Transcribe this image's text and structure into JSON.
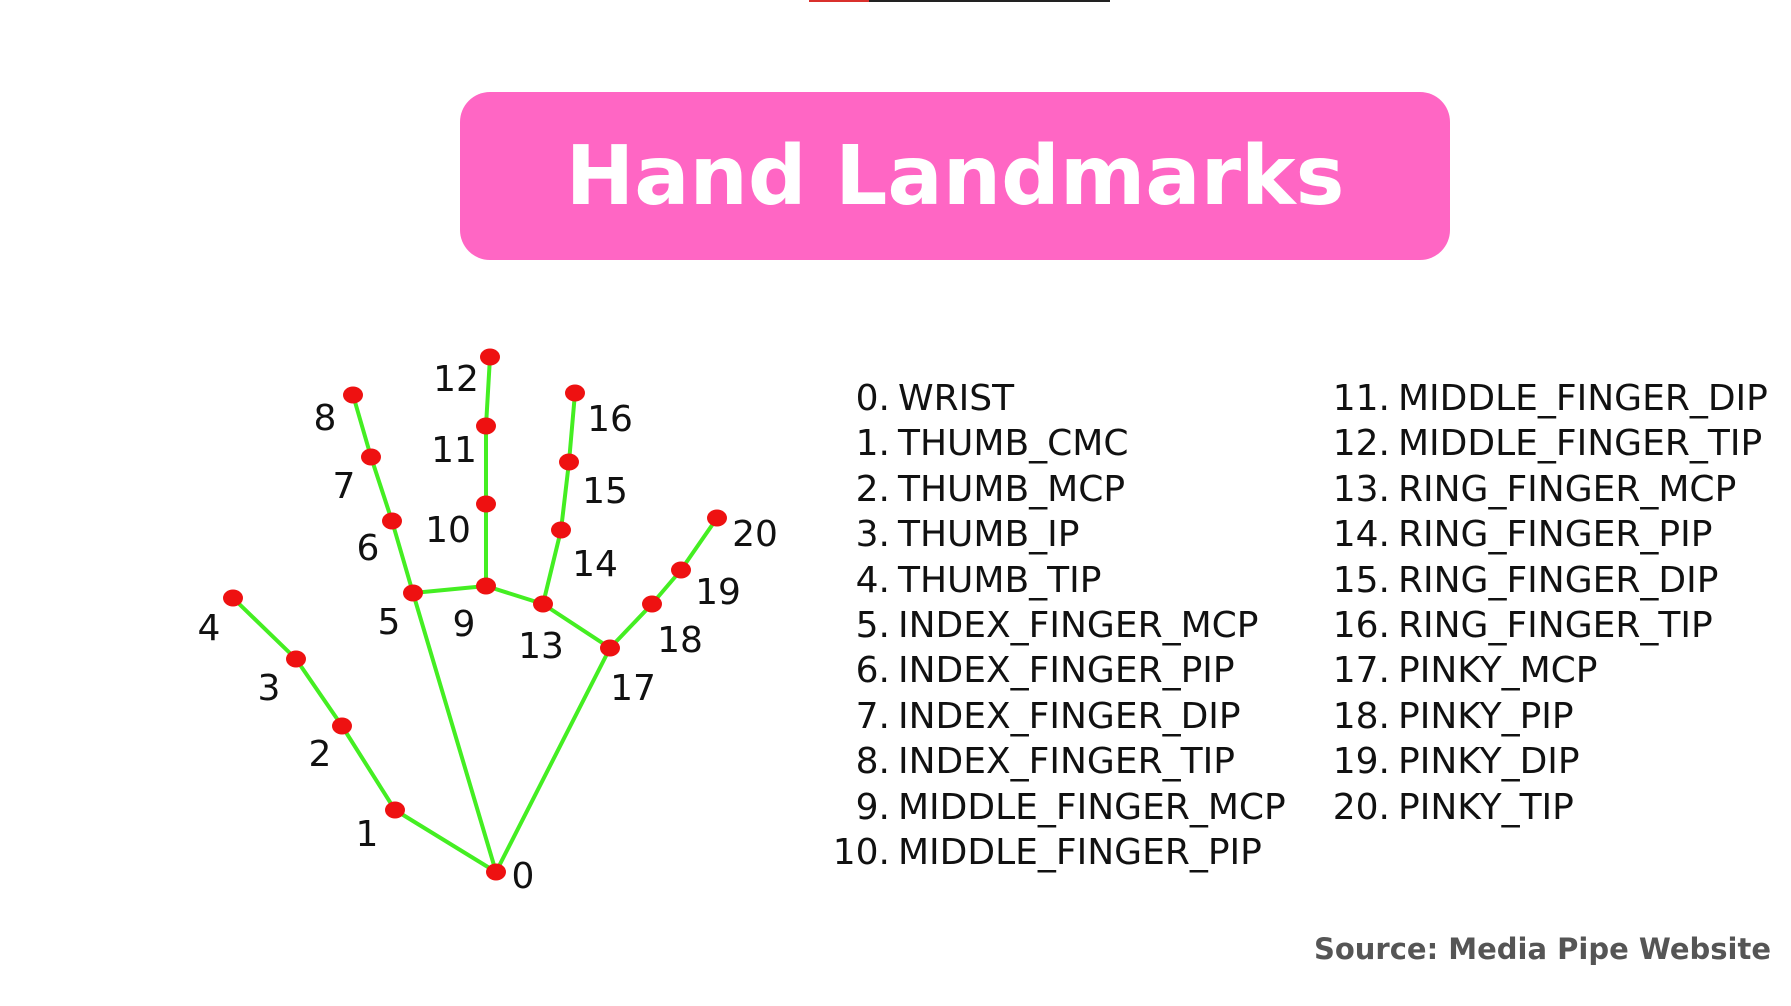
{
  "title": "Hand Landmarks",
  "source": "Source: Media Pipe Website",
  "colors": {
    "title_bg": "#ff66c4",
    "title_text": "#ffffff",
    "bone": "#44ee22",
    "joint": "#ee1111"
  },
  "diagram_labels": [
    "0",
    "1",
    "2",
    "3",
    "4",
    "5",
    "6",
    "7",
    "8",
    "9",
    "10",
    "11",
    "12",
    "13",
    "14",
    "15",
    "16",
    "17",
    "18",
    "19",
    "20"
  ],
  "landmarks": [
    {
      "num": "0.",
      "name": "WRIST"
    },
    {
      "num": "1.",
      "name": "THUMB_CMC"
    },
    {
      "num": "2.",
      "name": "THUMB_MCP"
    },
    {
      "num": "3.",
      "name": "THUMB_IP"
    },
    {
      "num": "4.",
      "name": "THUMB_TIP"
    },
    {
      "num": "5.",
      "name": "INDEX_FINGER_MCP"
    },
    {
      "num": "6.",
      "name": "INDEX_FINGER_PIP"
    },
    {
      "num": "7.",
      "name": "INDEX_FINGER_DIP"
    },
    {
      "num": "8.",
      "name": "INDEX_FINGER_TIP"
    },
    {
      "num": "9.",
      "name": "MIDDLE_FINGER_MCP"
    },
    {
      "num": "10.",
      "name": "MIDDLE_FINGER_PIP"
    },
    {
      "num": "11.",
      "name": "MIDDLE_FINGER_DIP"
    },
    {
      "num": "12.",
      "name": "MIDDLE_FINGER_TIP"
    },
    {
      "num": "13.",
      "name": "RING_FINGER_MCP"
    },
    {
      "num": "14.",
      "name": "RING_FINGER_PIP"
    },
    {
      "num": "15.",
      "name": "RING_FINGER_DIP"
    },
    {
      "num": "16.",
      "name": "RING_FINGER_TIP"
    },
    {
      "num": "17.",
      "name": "PINKY_MCP"
    },
    {
      "num": "18.",
      "name": "PINKY_PIP"
    },
    {
      "num": "19.",
      "name": "PINKY_DIP"
    },
    {
      "num": "20.",
      "name": "PINKY_TIP"
    }
  ]
}
